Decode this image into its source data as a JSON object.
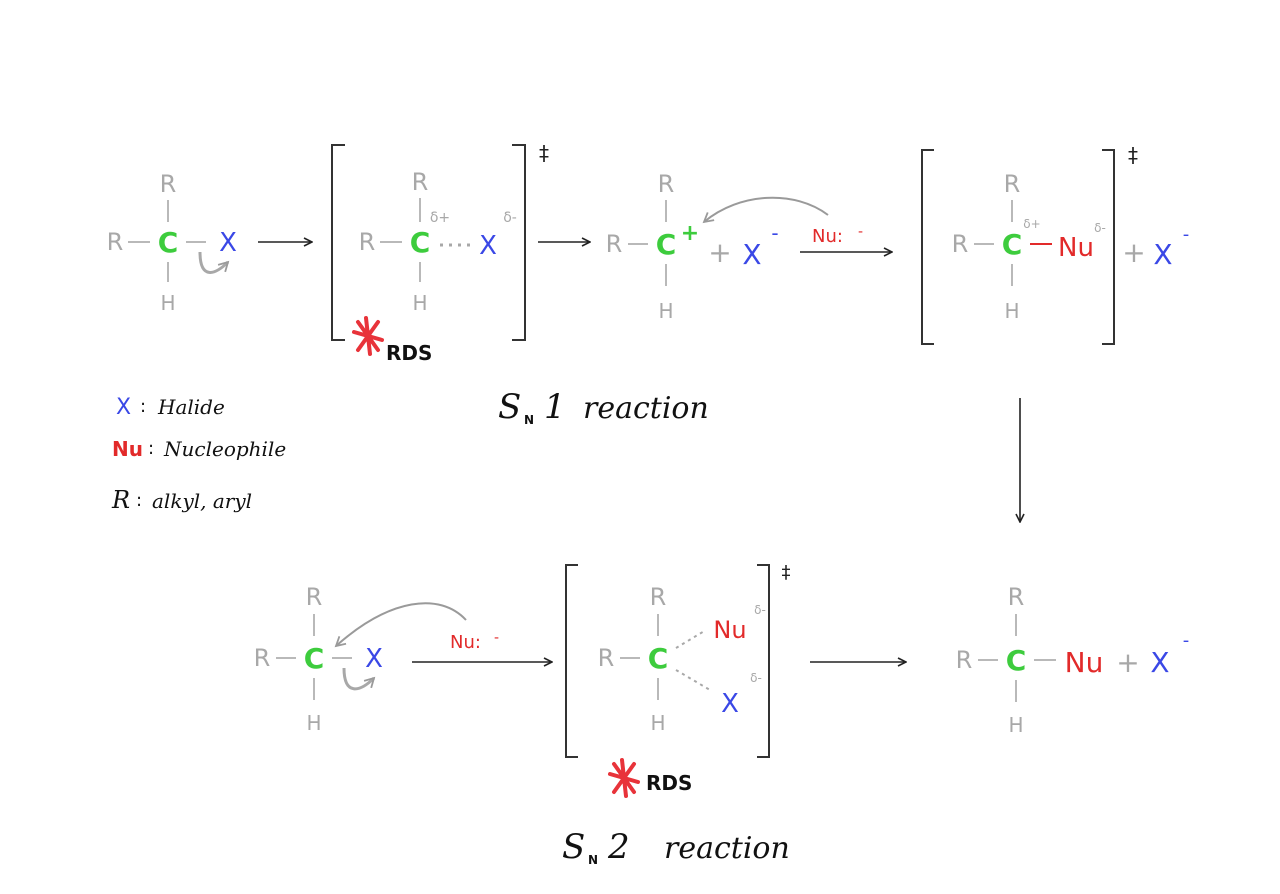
{
  "colors": {
    "line": "#b9b9b9",
    "text": "#a8a8a8",
    "carbon": "#3dcc3d",
    "halide": "#3a48e6",
    "nucleophile": "#e22a2a",
    "ink": "#111111",
    "rds_mark": "#e8333a"
  },
  "atoms": {
    "R": "R",
    "C": "C",
    "H": "H",
    "X": "X",
    "Nu": "Nu"
  },
  "charges": {
    "delta_plus": "δ+",
    "delta_minus": "δ-",
    "plus": "+",
    "minus": "-",
    "dagger": "‡",
    "plus_sign": "+"
  },
  "reagent": "Nu:",
  "rds_label": "RDS",
  "titles": {
    "sn1_s": "S",
    "sn1_n": "N",
    "sn1_num": "1",
    "sn1_word": "reaction",
    "sn2_s": "S",
    "sn2_n": "N",
    "sn2_num": "2",
    "sn2_word": "reaction"
  },
  "legend": [
    {
      "symbol": "X",
      "sep": ":",
      "desc": "Halide"
    },
    {
      "symbol": "Nu",
      "sep": ":",
      "desc": "Nucleophile"
    },
    {
      "symbol": "R",
      "sep": ":",
      "desc": "alkyl, aryl"
    }
  ]
}
